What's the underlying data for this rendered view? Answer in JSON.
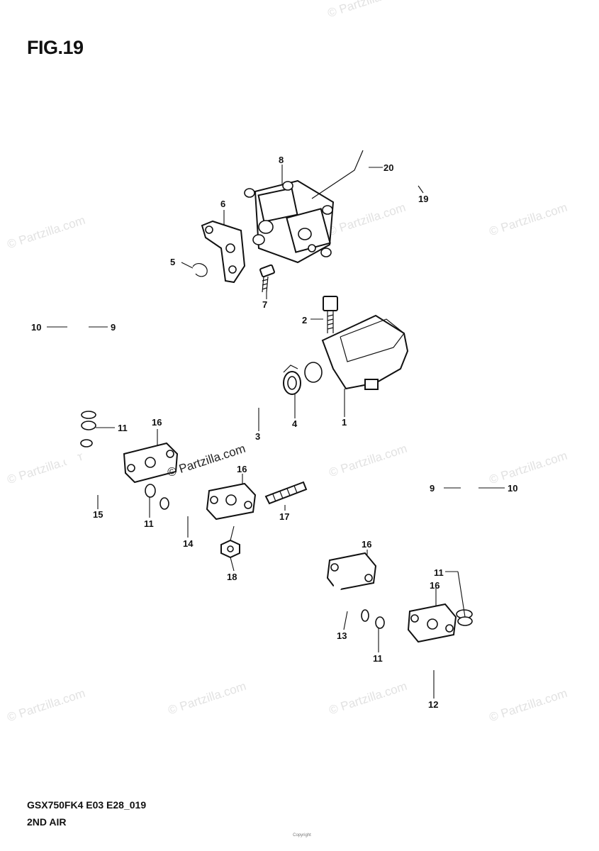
{
  "figure": {
    "title": "FIG.19",
    "model_code": "GSX750FK4 E03 E28_019",
    "description": "2ND AIR",
    "copyright": "Copyright"
  },
  "watermark": {
    "text": "© Partzilla.com"
  },
  "callouts": [
    {
      "id": "c1",
      "label": "1"
    },
    {
      "id": "c2",
      "label": "2"
    },
    {
      "id": "c3",
      "label": "3"
    },
    {
      "id": "c4",
      "label": "4"
    },
    {
      "id": "c5",
      "label": "5"
    },
    {
      "id": "c6",
      "label": "6"
    },
    {
      "id": "c7",
      "label": "7"
    },
    {
      "id": "c8",
      "label": "8"
    },
    {
      "id": "c9a",
      "label": "9"
    },
    {
      "id": "c9b",
      "label": "9"
    },
    {
      "id": "c10a",
      "label": "10"
    },
    {
      "id": "c10b",
      "label": "10"
    },
    {
      "id": "c11a",
      "label": "11"
    },
    {
      "id": "c11b",
      "label": "11"
    },
    {
      "id": "c11c",
      "label": "11"
    },
    {
      "id": "c11d",
      "label": "11"
    },
    {
      "id": "c12",
      "label": "12"
    },
    {
      "id": "c13",
      "label": "13"
    },
    {
      "id": "c14",
      "label": "14"
    },
    {
      "id": "c15",
      "label": "15"
    },
    {
      "id": "c16a",
      "label": "16"
    },
    {
      "id": "c16b",
      "label": "16"
    },
    {
      "id": "c16c",
      "label": "16"
    },
    {
      "id": "c16d",
      "label": "16"
    },
    {
      "id": "c17",
      "label": "17"
    },
    {
      "id": "c18",
      "label": "18"
    },
    {
      "id": "c19",
      "label": "19"
    },
    {
      "id": "c20",
      "label": "20"
    }
  ]
}
